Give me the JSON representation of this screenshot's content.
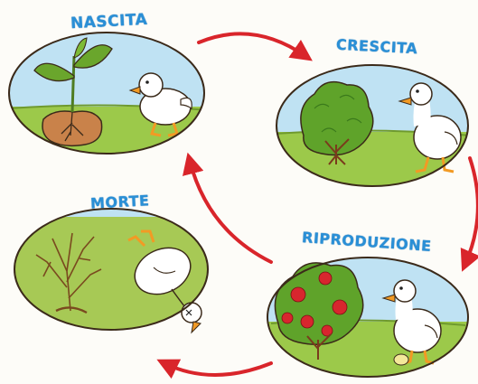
{
  "diagram": {
    "stages": [
      {
        "label": "NASCITA"
      },
      {
        "label": "CRESCITA"
      },
      {
        "label": "RIPRODUZIONE"
      },
      {
        "label": "MORTE"
      }
    ],
    "colors": {
      "label": "#2a8fd6",
      "sky": "#bfe2f3",
      "grass": "#9cc94a",
      "arrow": "#d9252b",
      "outline": "#3b2a1a"
    }
  }
}
